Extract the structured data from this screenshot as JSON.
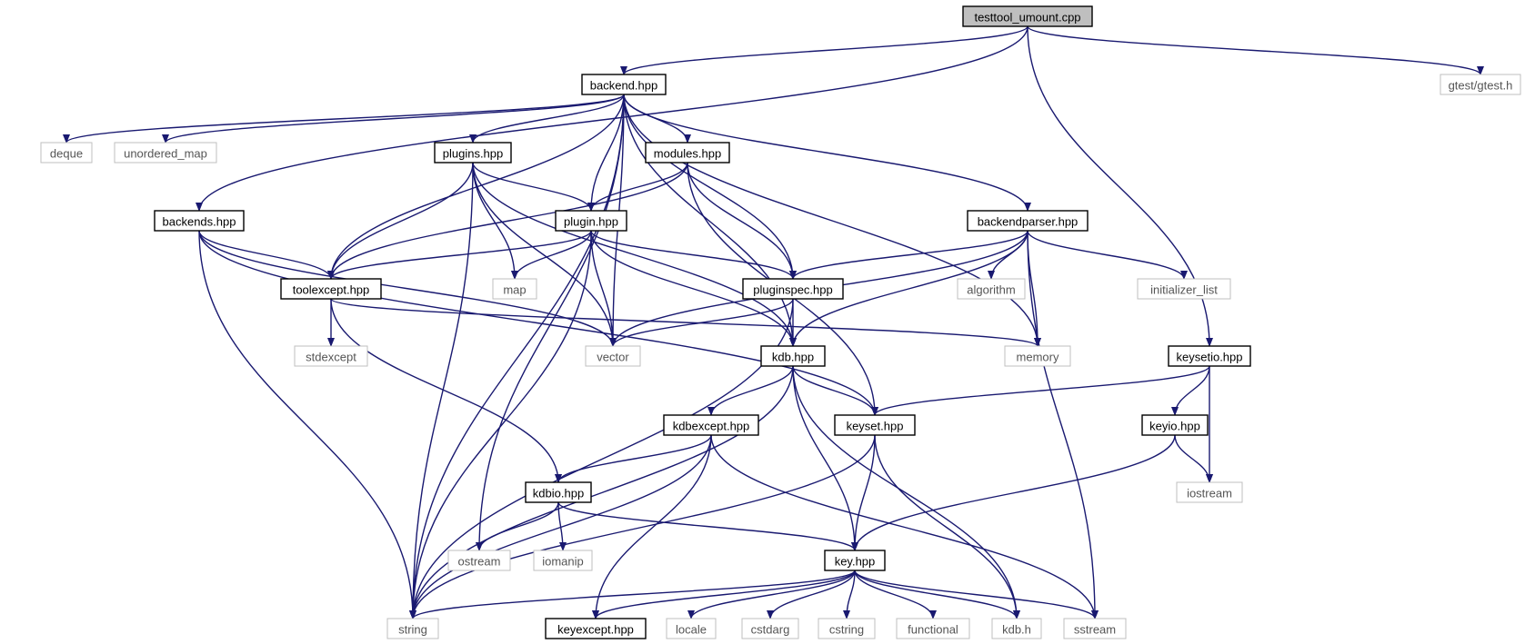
{
  "diagram": {
    "type": "include-dependency-graph",
    "root": "testtool_umount.cpp",
    "colors": {
      "edge": "#191970",
      "root_fill": "#bfbfbf",
      "local_border": "#000000",
      "external_border": "#bfbfbf",
      "external_text": "#555555"
    },
    "nodes": {
      "testtool_umount": {
        "label": "testtool_umount.cpp",
        "kind": "root"
      },
      "backend": {
        "label": "backend.hpp",
        "kind": "local"
      },
      "gtest": {
        "label": "gtest/gtest.h",
        "kind": "external"
      },
      "deque": {
        "label": "deque",
        "kind": "external"
      },
      "unordered_map": {
        "label": "unordered_map",
        "kind": "external"
      },
      "plugins": {
        "label": "plugins.hpp",
        "kind": "local"
      },
      "modules": {
        "label": "modules.hpp",
        "kind": "local"
      },
      "backends": {
        "label": "backends.hpp",
        "kind": "local"
      },
      "plugin": {
        "label": "plugin.hpp",
        "kind": "local"
      },
      "backendparser": {
        "label": "backendparser.hpp",
        "kind": "local"
      },
      "toolexcept": {
        "label": "toolexcept.hpp",
        "kind": "local"
      },
      "map": {
        "label": "map",
        "kind": "external"
      },
      "pluginspec": {
        "label": "pluginspec.hpp",
        "kind": "local"
      },
      "algorithm": {
        "label": "algorithm",
        "kind": "external"
      },
      "initializer_list": {
        "label": "initializer_list",
        "kind": "external"
      },
      "stdexcept": {
        "label": "stdexcept",
        "kind": "external"
      },
      "vector": {
        "label": "vector",
        "kind": "external"
      },
      "kdb": {
        "label": "kdb.hpp",
        "kind": "local"
      },
      "memory": {
        "label": "memory",
        "kind": "external"
      },
      "keysetio": {
        "label": "keysetio.hpp",
        "kind": "local"
      },
      "kdbexcept": {
        "label": "kdbexcept.hpp",
        "kind": "local"
      },
      "keyset": {
        "label": "keyset.hpp",
        "kind": "local"
      },
      "keyio": {
        "label": "keyio.hpp",
        "kind": "local"
      },
      "iostream": {
        "label": "iostream",
        "kind": "external"
      },
      "kdbio": {
        "label": "kdbio.hpp",
        "kind": "local"
      },
      "ostream": {
        "label": "ostream",
        "kind": "external"
      },
      "iomanip": {
        "label": "iomanip",
        "kind": "external"
      },
      "key": {
        "label": "key.hpp",
        "kind": "local"
      },
      "string": {
        "label": "string",
        "kind": "external"
      },
      "keyexcept": {
        "label": "keyexcept.hpp",
        "kind": "local"
      },
      "locale": {
        "label": "locale",
        "kind": "external"
      },
      "cstdarg": {
        "label": "cstdarg",
        "kind": "external"
      },
      "cstring": {
        "label": "cstring",
        "kind": "external"
      },
      "functional": {
        "label": "functional",
        "kind": "external"
      },
      "kdb_h": {
        "label": "kdb.h",
        "kind": "external"
      },
      "sstream": {
        "label": "sstream",
        "kind": "external"
      }
    },
    "edges": [
      [
        "testtool_umount",
        "backend"
      ],
      [
        "testtool_umount",
        "backends"
      ],
      [
        "testtool_umount",
        "gtest"
      ],
      [
        "testtool_umount",
        "keysetio"
      ],
      [
        "backend",
        "deque"
      ],
      [
        "backend",
        "unordered_map"
      ],
      [
        "backend",
        "string"
      ],
      [
        "backend",
        "ostream"
      ],
      [
        "backend",
        "plugins"
      ],
      [
        "backend",
        "modules"
      ],
      [
        "backend",
        "plugin"
      ],
      [
        "backend",
        "toolexcept"
      ],
      [
        "backend",
        "vector"
      ],
      [
        "backend",
        "pluginspec"
      ],
      [
        "backend",
        "backendparser"
      ],
      [
        "backend",
        "kdb"
      ],
      [
        "backend",
        "memory"
      ],
      [
        "plugins",
        "plugin"
      ],
      [
        "plugins",
        "toolexcept"
      ],
      [
        "plugins",
        "map"
      ],
      [
        "plugins",
        "vector"
      ],
      [
        "plugins",
        "kdb"
      ],
      [
        "plugins",
        "string"
      ],
      [
        "modules",
        "plugin"
      ],
      [
        "modules",
        "toolexcept"
      ],
      [
        "modules",
        "pluginspec"
      ],
      [
        "modules",
        "keyset"
      ],
      [
        "backends",
        "toolexcept"
      ],
      [
        "backends",
        "vector"
      ],
      [
        "backends",
        "keyset"
      ],
      [
        "backends",
        "string"
      ],
      [
        "plugin",
        "toolexcept"
      ],
      [
        "plugin",
        "map"
      ],
      [
        "plugin",
        "pluginspec"
      ],
      [
        "plugin",
        "vector"
      ],
      [
        "plugin",
        "kdb"
      ],
      [
        "plugin",
        "string"
      ],
      [
        "backendparser",
        "pluginspec"
      ],
      [
        "backendparser",
        "vector"
      ],
      [
        "backendparser",
        "algorithm"
      ],
      [
        "backendparser",
        "memory"
      ],
      [
        "backendparser",
        "initializer_list"
      ],
      [
        "backendparser",
        "kdb"
      ],
      [
        "backendparser",
        "sstream"
      ],
      [
        "toolexcept",
        "stdexcept"
      ],
      [
        "toolexcept",
        "memory"
      ],
      [
        "toolexcept",
        "kdbio"
      ],
      [
        "pluginspec",
        "kdb"
      ],
      [
        "pluginspec",
        "vector"
      ],
      [
        "pluginspec",
        "string"
      ],
      [
        "kdb",
        "kdbexcept"
      ],
      [
        "kdb",
        "keyset"
      ],
      [
        "kdb",
        "key"
      ],
      [
        "kdb",
        "kdb_h"
      ],
      [
        "kdb",
        "string"
      ],
      [
        "keysetio",
        "keyset"
      ],
      [
        "keysetio",
        "keyio"
      ],
      [
        "keysetio",
        "iostream"
      ],
      [
        "kdbexcept",
        "kdbio"
      ],
      [
        "kdbexcept",
        "string"
      ],
      [
        "kdbexcept",
        "keyexcept"
      ],
      [
        "kdbexcept",
        "sstream"
      ],
      [
        "keyset",
        "key"
      ],
      [
        "keyset",
        "string"
      ],
      [
        "keyset",
        "kdb_h"
      ],
      [
        "keyio",
        "iostream"
      ],
      [
        "keyio",
        "key"
      ],
      [
        "kdbio",
        "ostream"
      ],
      [
        "kdbio",
        "iomanip"
      ],
      [
        "kdbio",
        "key"
      ],
      [
        "key",
        "string"
      ],
      [
        "key",
        "keyexcept"
      ],
      [
        "key",
        "locale"
      ],
      [
        "key",
        "cstdarg"
      ],
      [
        "key",
        "cstring"
      ],
      [
        "key",
        "functional"
      ],
      [
        "key",
        "kdb_h"
      ],
      [
        "key",
        "sstream"
      ]
    ]
  }
}
